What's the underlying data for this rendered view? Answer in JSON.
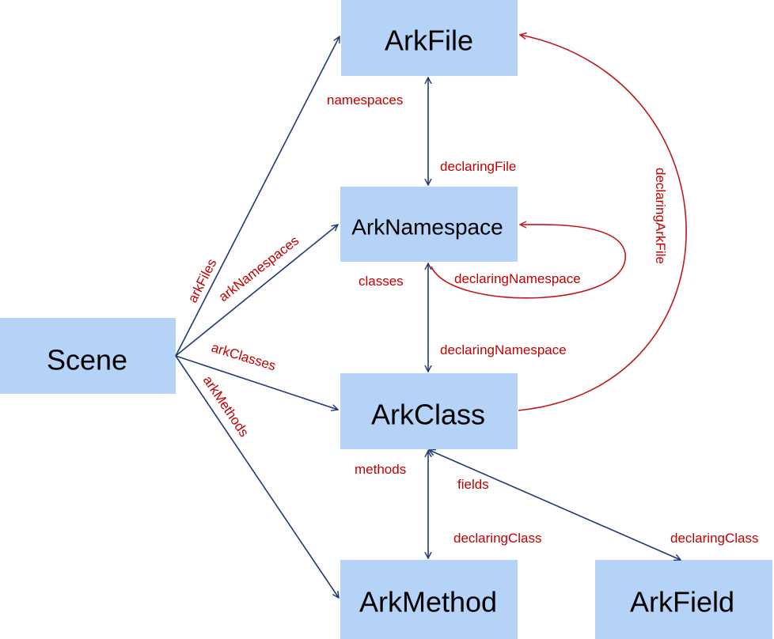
{
  "colors": {
    "node_fill": "#b5d2f7",
    "arrow_blue": "#1f3a72",
    "arrow_red": "#c01818",
    "label_red": "#c00000"
  },
  "nodes": {
    "scene": "Scene",
    "ark_file": "ArkFile",
    "ark_namespace": "ArkNamespace",
    "ark_class": "ArkClass",
    "ark_method": "ArkMethod",
    "ark_field": "ArkField"
  },
  "edges": {
    "ark_files": "arkFiles",
    "ark_namespaces": "arkNamespaces",
    "ark_classes": "arkClasses",
    "ark_methods": "arkMethods",
    "namespaces": "namespaces",
    "declaring_file": "declaringFile",
    "classes": "classes",
    "declaring_namespace_self": "declaringNamespace",
    "declaring_namespace": "declaringNamespace",
    "declaring_ark_file": "declaringArkFile",
    "methods": "methods",
    "declaring_class_method": "declaringClass",
    "fields": "fields",
    "declaring_class_field": "declaringClass"
  }
}
